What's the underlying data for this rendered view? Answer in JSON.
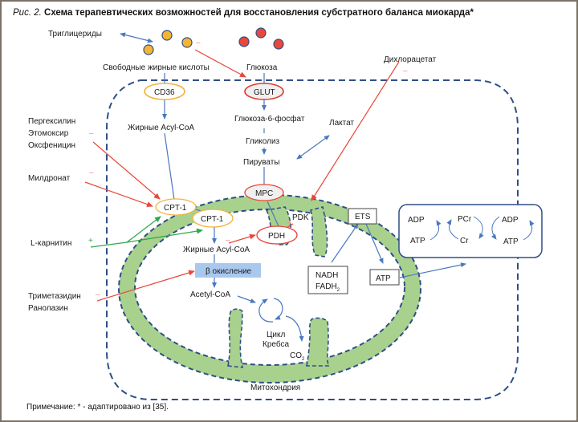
{
  "figure": {
    "label": "Рис. 2.",
    "title": "Схема терапевтических возможностей для восстановления субстратного баланса миокарда*",
    "note": "Примечание: * - адаптировано из [35]."
  },
  "colors": {
    "membrane_dash": "#2f4f86",
    "mito_fill": "#a9d18e",
    "blue_arrow": "#4a78c0",
    "red_arrow": "#e8473a",
    "green_arrow": "#2ea84a",
    "fatty_acid_dot": "#f5b532",
    "glucose_dot": "#e8473a",
    "cd36_outline": "#f2b33d",
    "glut_outline": "#e03a30",
    "beta_box_fill": "#a9c8ee",
    "ck_box_outline": "#2f4f86"
  },
  "labels": {
    "triglycerides": "Триглицериды",
    "ffa": "Свободные жирные кислоты",
    "glucose": "Глюкоза",
    "dichloroacetate": "Дихлорацетат",
    "cd36": "CD36",
    "glut": "GLUT",
    "fatty_acyl_coa_cyto": "Жирные Acyl-CoA",
    "g6p": "Глюкоза-6-фосфат",
    "glycolysis": "Гликолиз",
    "lactate": "Лактат",
    "pyruvates": "Пируваты",
    "mpc": "MPC",
    "cpt1_outer": "CPT-1",
    "cpt1_inner": "CPT-1",
    "pdk": "PDK",
    "pdh": "PDH",
    "ets": "ETS",
    "fatty_acyl_coa_mito": "Жирные Acyl-CoA",
    "beta_oxidation": "β  окисление",
    "acetyl_coa": "Acetyl-CoA",
    "krebs_line1": "Цикл",
    "krebs_line2": "Кребса",
    "co2": "CO",
    "co2_sub": "2",
    "nadh": "NADH",
    "fadh": "FADH",
    "fadh_sub": "2",
    "atp_mito": "ATP",
    "mitochondria": "Митохондрия"
  },
  "drugs": {
    "group1": [
      "Пергексилин",
      "Этомоксир",
      "Оксфеницин"
    ],
    "group1_sign": "–",
    "mildronate": "Милдронат",
    "mildronate_sign": "–",
    "carnitine": "L-карнитин",
    "carnitine_sign": "+",
    "group2": [
      "Триметазидин",
      "Ранолазин"
    ],
    "group2_sign": "–",
    "glut_sign": "–",
    "dca_sign": "–",
    "pdk_sign": "–",
    "pdh_sign": "–"
  },
  "creatine_kinase": {
    "left_adp": "ADP",
    "left_atp": "ATP",
    "pcr": "PCr",
    "cr": "Cr",
    "right_adp": "ADP",
    "right_atp": "ATP"
  }
}
